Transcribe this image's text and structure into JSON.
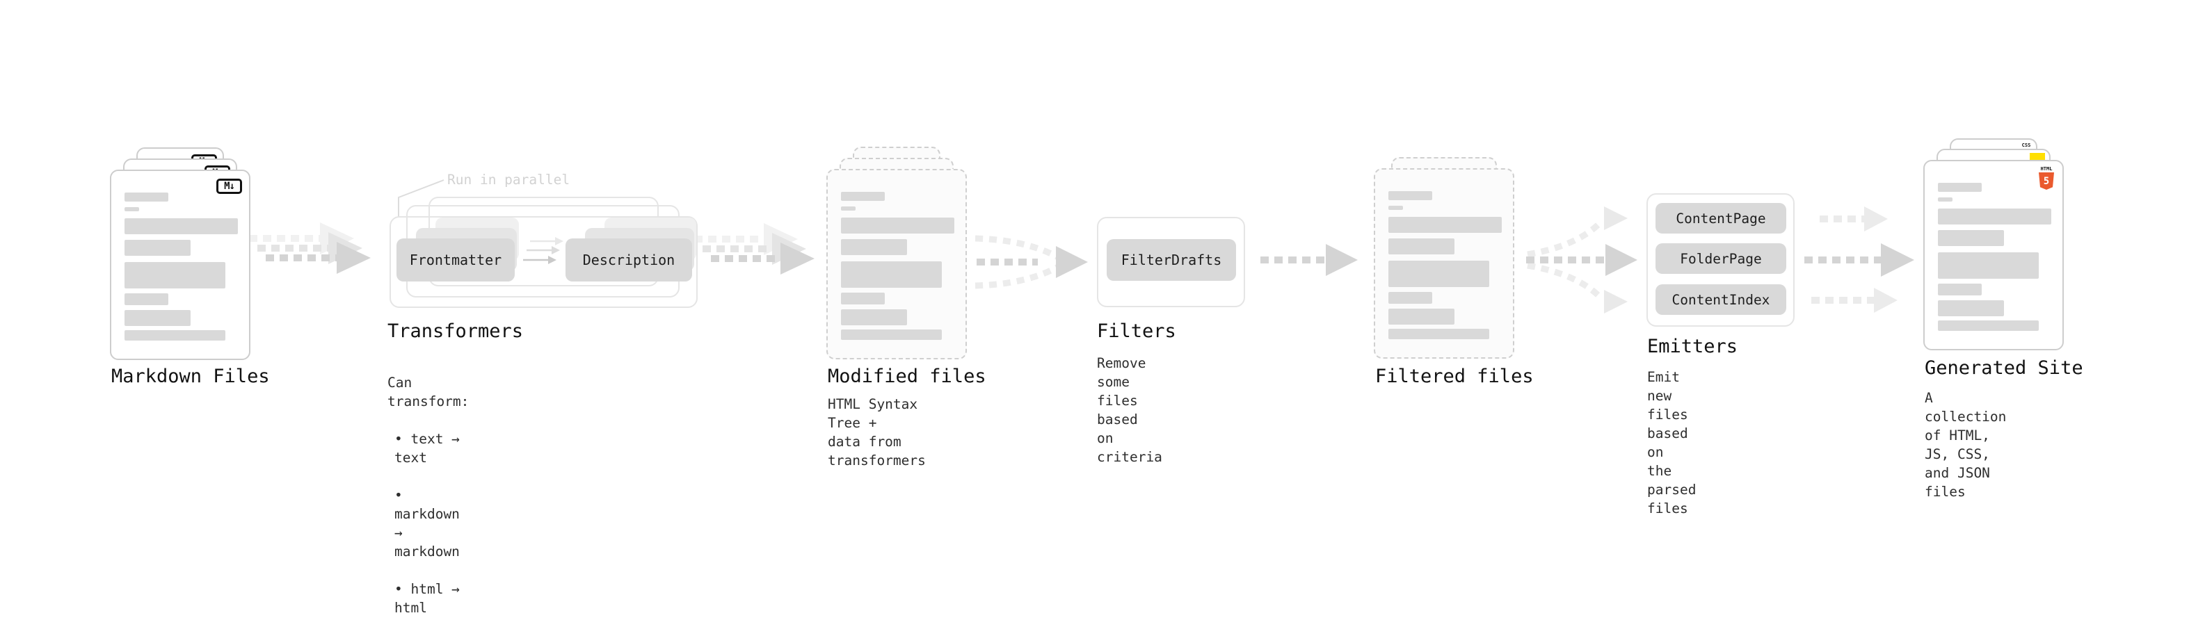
{
  "pipeline": {
    "markdown_files": {
      "title": "Markdown Files",
      "file_icon": "M↓"
    },
    "transformers": {
      "title": "Transformers",
      "annotation": "Run in parallel",
      "nodes": [
        "Frontmatter",
        "Description"
      ],
      "description_heading": "Can transform:",
      "bullets": [
        "• text → text",
        "• markdown → markdown",
        "• html → html"
      ]
    },
    "modified_files": {
      "title": "Modified files",
      "description": "HTML Syntax Tree +\ndata from transformers"
    },
    "filters": {
      "title": "Filters",
      "nodes": [
        "FilterDrafts"
      ],
      "description": "Remove some files based\non criteria"
    },
    "filtered_files": {
      "title": "Filtered files"
    },
    "emitters": {
      "title": "Emitters",
      "nodes": [
        "ContentPage",
        "FolderPage",
        "ContentIndex"
      ],
      "description": "Emit new files based on\nthe parsed files"
    },
    "generated_site": {
      "title": "Generated Site",
      "description": "A collection of HTML,\nJS, CSS, and JSON files",
      "css_icon_label": "CSS",
      "html_icon_label": "HTML",
      "html_icon_number": "5"
    }
  },
  "colors": {
    "html5_orange": "#ea5a2e",
    "js_yellow": "#ffdf00",
    "css_blue": "#2965f1",
    "node_gray": "#d9d9d9",
    "arrow_gray": "#d4d4d4",
    "muted_annotation": "#d2d2d2"
  }
}
